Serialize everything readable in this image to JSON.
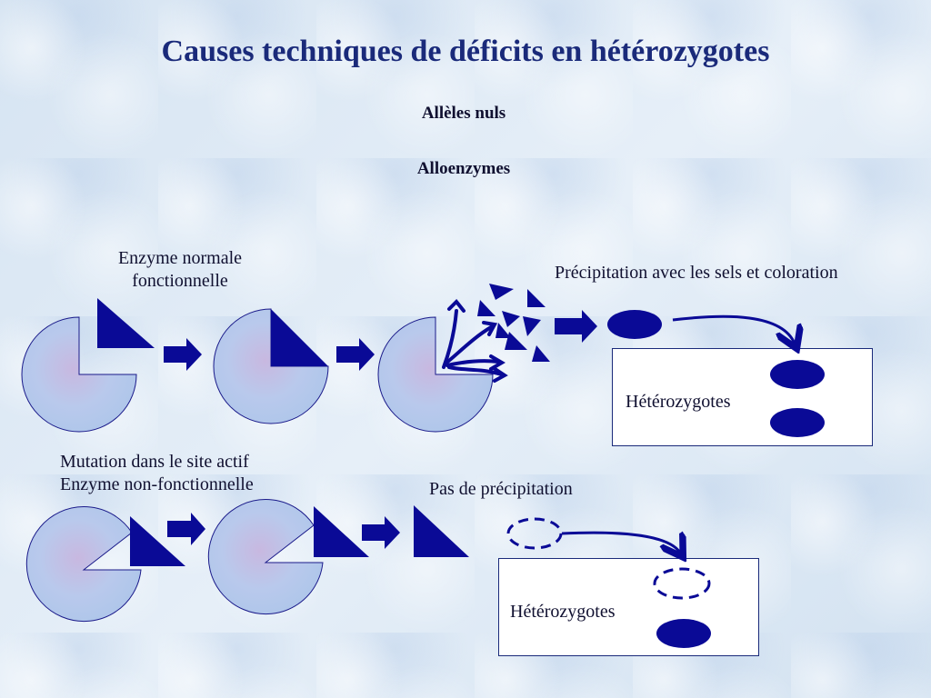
{
  "title": "Causes techniques de déficits en hétérozygotes",
  "subtitle_1": "Allèles nuls",
  "subtitle_2": "Alloenzymes",
  "top_row": {
    "enzyme_label_line1": "Enzyme normale",
    "enzyme_label_line2": "fonctionnelle",
    "precipitation_label": "Précipitation avec les sels et coloration",
    "result_box_label": "Hétérozygotes"
  },
  "bottom_row": {
    "mutation_label_line1": "Mutation dans le site actif",
    "mutation_label_line2": "Enzyme non-fonctionnelle",
    "no_precipitation_label": "Pas de précipitation",
    "result_box_label": "Hétérozygotes"
  },
  "colors": {
    "shape_fill": "#0a0a96",
    "arrow_fill": "#0a0a96",
    "title": "#1a2a7a",
    "enzyme_fill": "#c9c3e8"
  },
  "icons": [
    "enzyme-pacman-icon",
    "substrate-triangle-icon",
    "right-arrow-icon",
    "band-oval-icon",
    "curved-arrow-icon"
  ]
}
